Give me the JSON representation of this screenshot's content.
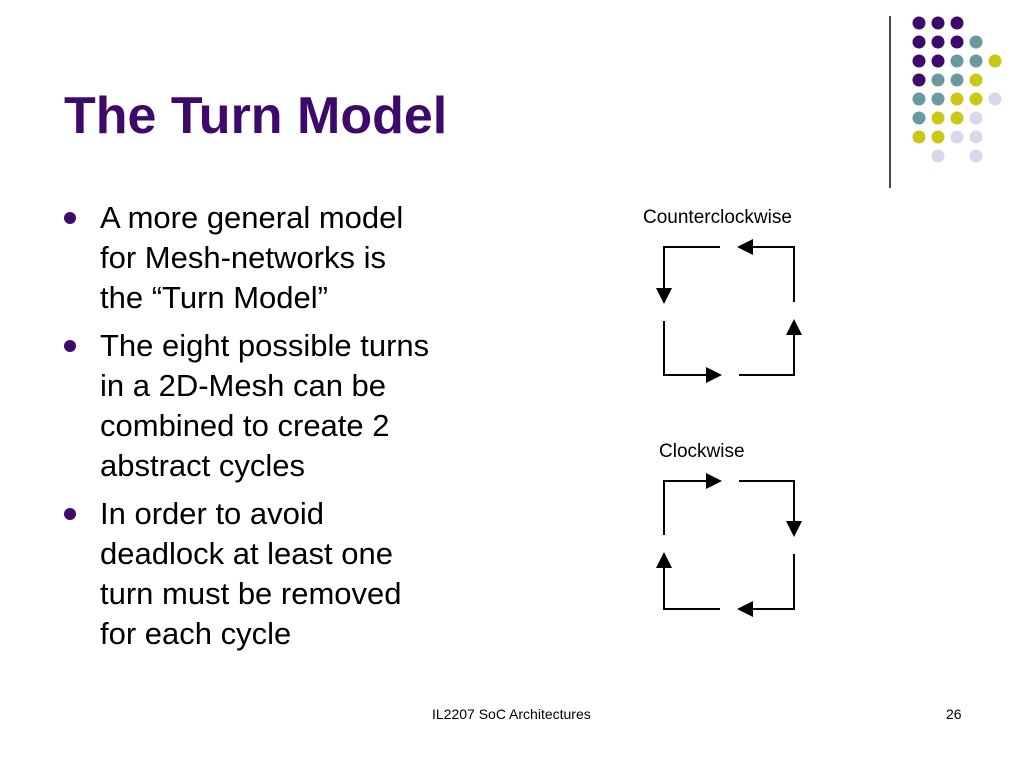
{
  "slide": {
    "title": "The Turn Model",
    "bullets": [
      "A more general model\nfor Mesh-networks is\nthe “Turn Model”",
      "The eight possible turns\nin a 2D-Mesh can be\ncombined to create 2\nabstract cycles",
      "In order to avoid\ndeadlock at least one\nturn must be removed\nfor each cycle"
    ]
  },
  "diagram": {
    "counterclockwise_label": "Counterclockwise",
    "clockwise_label": "Clockwise"
  },
  "footer": {
    "course": "IL2207 SoC Architectures",
    "page_number": "26"
  },
  "colors": {
    "title": "#3d0a6b",
    "bullet": "#3d0a6b",
    "dot_purple": "#3d0a6b",
    "dot_teal": "#6a9aa0",
    "dot_yellow": "#c9c914",
    "dot_lavender": "#d8d8ea"
  },
  "decoration": {
    "dot_grid": [
      [
        "purple",
        "purple",
        "purple",
        "none",
        "none"
      ],
      [
        "purple",
        "purple",
        "purple",
        "teal",
        "none"
      ],
      [
        "purple",
        "purple",
        "teal",
        "teal",
        "yellow"
      ],
      [
        "purple",
        "teal",
        "teal",
        "yellow",
        "none"
      ],
      [
        "teal",
        "teal",
        "yellow",
        "yellow",
        "lavender"
      ],
      [
        "teal",
        "yellow",
        "yellow",
        "lavender",
        "none"
      ],
      [
        "yellow",
        "yellow",
        "lavender",
        "lavender",
        "none"
      ],
      [
        "none",
        "lavender",
        "none",
        "lavender",
        "none"
      ]
    ]
  }
}
